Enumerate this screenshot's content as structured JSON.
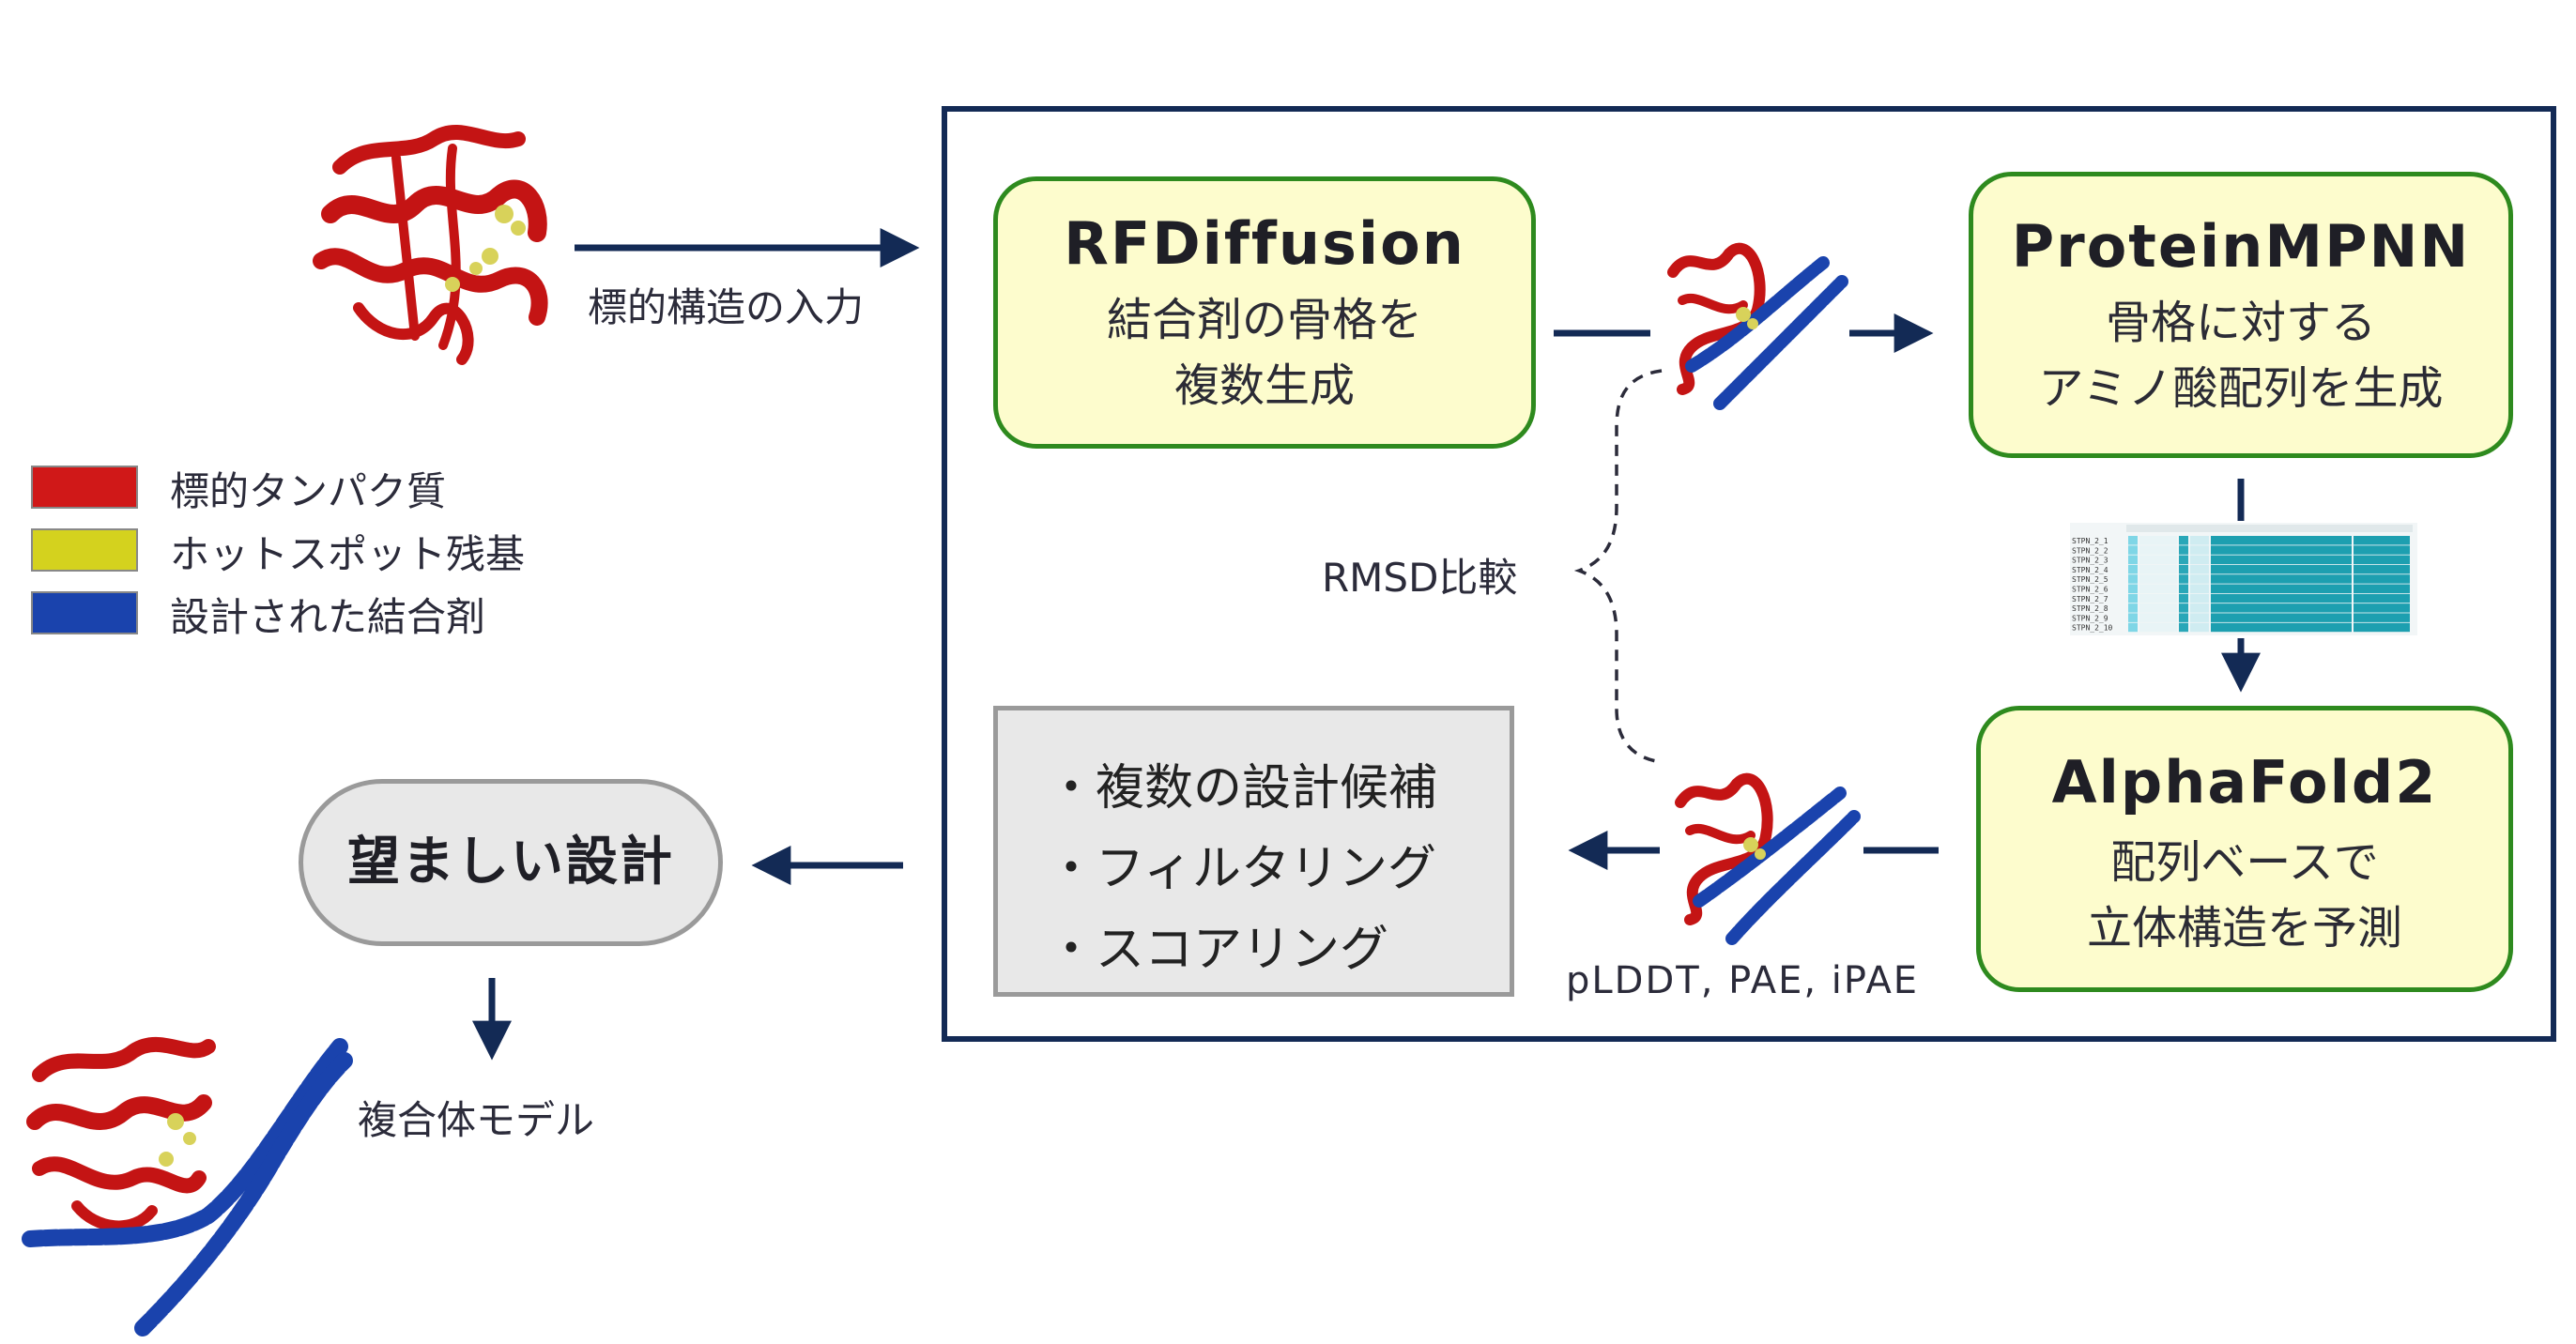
{
  "input_label": "標的構造の入力",
  "legend": [
    {
      "label": "標的タンパク質",
      "color": "#d01818"
    },
    {
      "label": "ホットスポット残基",
      "color": "#d4d21e"
    },
    {
      "label": "設計された結合剤",
      "color": "#1a43ad"
    }
  ],
  "rfdiffusion": {
    "name": "RFDiffusion",
    "desc1": "結合剤の骨格を",
    "desc2": "複数生成"
  },
  "proteinmpnn": {
    "name": "ProteinMPNN",
    "desc1": "骨格に対する",
    "desc2": "アミノ酸配列を生成"
  },
  "alphafold2": {
    "name": "AlphaFold2",
    "desc1": "配列ベースで",
    "desc2": "立体構造を予測"
  },
  "rmsd_label": "RMSD比較",
  "metrics_label": "pLDDT, PAE, iPAE",
  "filter_box": {
    "items": [
      "・複数の設計候補",
      "・フィルタリング",
      "・スコアリング"
    ]
  },
  "result": {
    "label": "望ましい設計"
  },
  "complex_label": "複合体モデル",
  "msa_rows": [
    "STPN_2_1",
    "STPN_2_2",
    "STPN_2_3",
    "STPN_2_4",
    "STPN_2_5",
    "STPN_2_6",
    "STPN_2_7",
    "STPN_2_8",
    "STPN_2_9",
    "STPN_2_10"
  ],
  "colors": {
    "frame": "#132a55",
    "arrow": "#132a55",
    "tool_fill": "#fdfccd",
    "tool_border": "#2e8a1e",
    "gray_fill": "#e8e8e8",
    "gray_border": "#9a9a9a"
  }
}
